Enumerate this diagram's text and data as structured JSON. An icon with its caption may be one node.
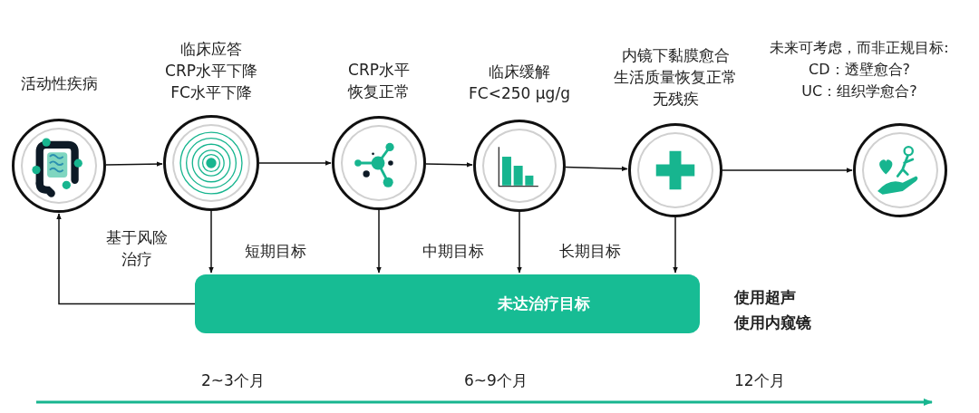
{
  "diagram": {
    "nodes": [
      {
        "text": [
          "活动性疾病"
        ]
      },
      {
        "text": [
          "临床应答",
          "CRP水平下降",
          "FC水平下降"
        ]
      },
      {
        "text": [
          "CRP水平",
          "恢复正常"
        ]
      },
      {
        "text": [
          "临床缓解",
          "FC<250 μg/g"
        ]
      },
      {
        "text": [
          "内镜下黏膜愈合",
          "生活质量恢复正常",
          "无残疾"
        ]
      },
      {
        "text": [
          "未来可考虑，而非正规目标:",
          "CD：透壁愈合?",
          "UC：组织学愈合?"
        ]
      },
      {
        "text": [
          "未达治疗目标"
        ]
      }
    ],
    "edges": [
      {
        "from": 0,
        "to": 1,
        "arrow": "to"
      },
      {
        "from": 1,
        "to": 2,
        "arrow": "to"
      },
      {
        "from": 2,
        "to": 3,
        "arrow": "to"
      },
      {
        "from": 3,
        "to": 4,
        "arrow": "to"
      },
      {
        "from": 4,
        "to": 5,
        "arrow": "to"
      },
      {
        "from": 1,
        "to": 6,
        "arrow": "to"
      },
      {
        "from": 2,
        "to": 6,
        "arrow": "to"
      },
      {
        "from": 3,
        "to": 6,
        "arrow": "to"
      },
      {
        "from": 4,
        "to": 6,
        "arrow": "to"
      },
      {
        "from": 6,
        "to": 0,
        "arrow": "to"
      }
    ],
    "labels": [
      "基于风险治疗",
      "短期目标",
      "中期目标",
      "长期目标",
      "使用超声",
      "使用内窥镜",
      "2~3个月",
      "6~9个月",
      "12个月"
    ]
  }
}
